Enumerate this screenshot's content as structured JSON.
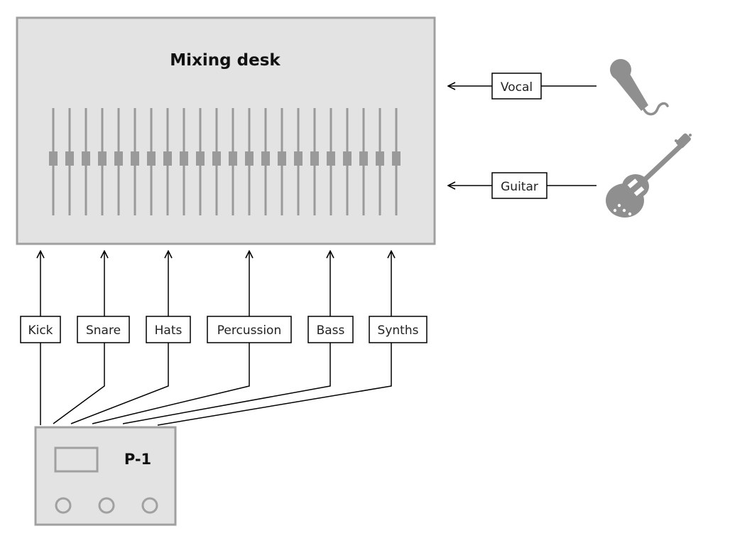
{
  "desk": {
    "title": "Mixing desk",
    "fader_count": 22
  },
  "external_inputs": [
    {
      "label": "Vocal",
      "icon": "microphone-icon"
    },
    {
      "label": "Guitar",
      "icon": "guitar-icon"
    }
  ],
  "channels": [
    {
      "label": "Kick"
    },
    {
      "label": "Snare"
    },
    {
      "label": "Hats"
    },
    {
      "label": "Percussion"
    },
    {
      "label": "Bass"
    },
    {
      "label": "Synths"
    }
  ],
  "device": {
    "name": "P-1",
    "knob_count": 3
  },
  "colors": {
    "desk_fill": "#e3e3e3",
    "frame": "#a0a0a0",
    "fader": "#9a9a9a",
    "icon": "#8f8f8f",
    "line": "#000000"
  }
}
